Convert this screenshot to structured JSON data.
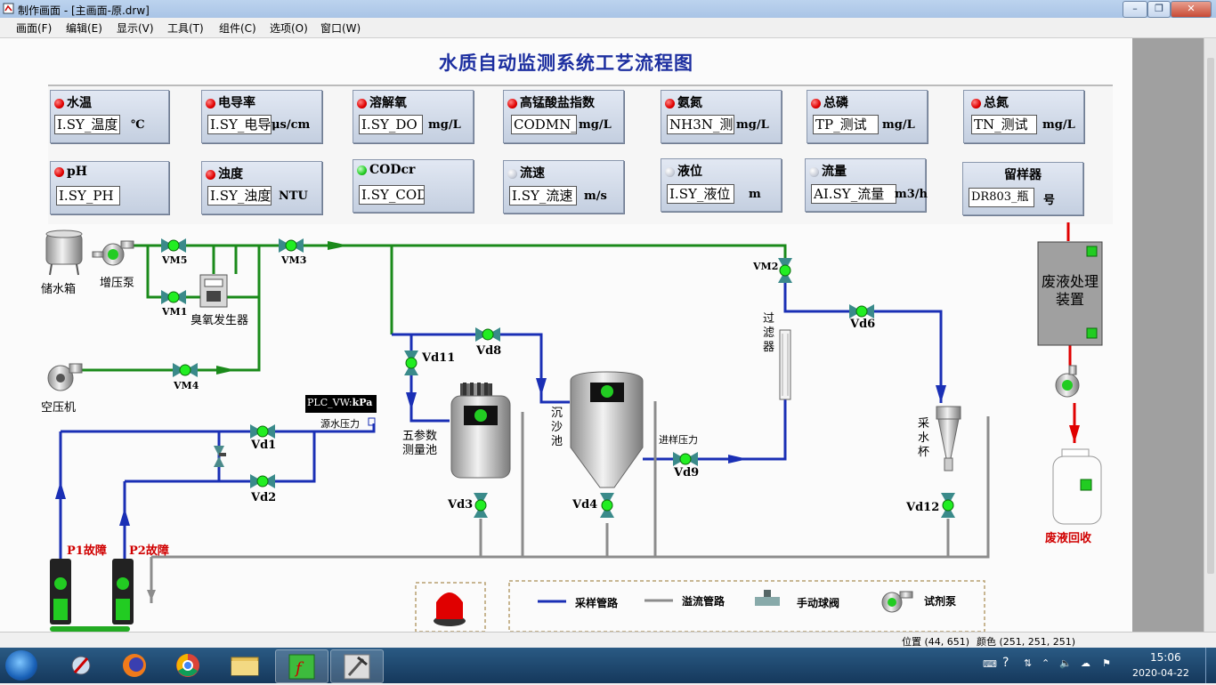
{
  "window": {
    "title": "制作画面 - [主画面-原.drw]",
    "controls": [
      "–",
      "❐",
      "✕"
    ]
  },
  "menu": [
    "画面(F)",
    "编辑(E)",
    "显示(V)",
    "工具(T)",
    "组件(C)",
    "选项(O)",
    "窗口(W)"
  ],
  "page_title": "水质自动监测系统工艺流程图",
  "instruments": [
    {
      "label": "水温",
      "status": "red",
      "value": "I.SY_温度",
      "unit": "℃"
    },
    {
      "label": "电导率",
      "status": "red",
      "value": "I.SY_电导",
      "unit": "μs/cm"
    },
    {
      "label": "溶解氧",
      "status": "red",
      "value": "I.SY_DO",
      "unit": "mg/L"
    },
    {
      "label": "高锰酸盐指数",
      "status": "red",
      "value": "CODMN_测",
      "unit": "mg/L"
    },
    {
      "label": "氨氮",
      "status": "red",
      "value": "NH3N_测",
      "unit": "mg/L"
    },
    {
      "label": "总磷",
      "status": "red",
      "value": "TP_测试",
      "unit": "mg/L"
    },
    {
      "label": "总氮",
      "status": "red",
      "value": "TN_测试",
      "unit": "mg/L"
    },
    {
      "label": "pH",
      "status": "red",
      "value": "I.SY_PH",
      "unit": ""
    },
    {
      "label": "浊度",
      "status": "red",
      "value": "I.SY_浊度",
      "unit": "NTU"
    },
    {
      "label": "CODcr",
      "status": "green",
      "value": "I.SY_COD",
      "unit": ""
    },
    {
      "label": "流速",
      "status": "gray",
      "value": "I.SY_流速",
      "unit": "m/s"
    },
    {
      "label": "液位",
      "status": "gray",
      "value": "I.SY_液位",
      "unit": "m"
    },
    {
      "label": "流量",
      "status": "gray",
      "value": "AI.SY_流量",
      "unit": "m3/h"
    },
    {
      "label": "留样器",
      "status": "",
      "value": "DR803_瓶",
      "unit": "号"
    }
  ],
  "equipment": {
    "storage_tank": "储水箱",
    "booster_pump": "增压泵",
    "ozone_generator": "臭氧发生器",
    "air_compressor": "空压机",
    "five_param_tank": "五参数测量池",
    "settling_tank": "沉沙池",
    "filter": "过滤器",
    "sampling_cup": "采水杯",
    "waste_device": "废液处理装置",
    "waste_recycle": "废液回收",
    "source_pressure": "源水压力",
    "inlet_pressure": "进样压力",
    "plc_tag": "PLC_VW:",
    "plc_unit": "kPa"
  },
  "valves": [
    "VM5",
    "VM1",
    "VM3",
    "VM2",
    "VM4",
    "Vd11",
    "Vd8",
    "Vd6",
    "Vd1",
    "Vd2",
    "Vd9",
    "Vd3",
    "Vd4",
    "Vd12"
  ],
  "faults": [
    "P1故障",
    "P2故障"
  ],
  "legend": {
    "sample_pipe": "采样管路",
    "overflow_pipe": "溢流管路",
    "manual_valve": "手动球阀",
    "reagent_pump": "试剂泵"
  },
  "status": {
    "position": "位置 (44, 651)",
    "color": "颜色 (251, 251, 251)"
  },
  "clock": {
    "time": "15:06",
    "date": "2020-04-22"
  },
  "colors": {
    "green_pipe": "#1a8a1a",
    "blue_pipe": "#1a2fb5",
    "gray_pipe": "#8c8c8c",
    "red_pipe": "#e00000",
    "title": "#1d2fa0"
  }
}
